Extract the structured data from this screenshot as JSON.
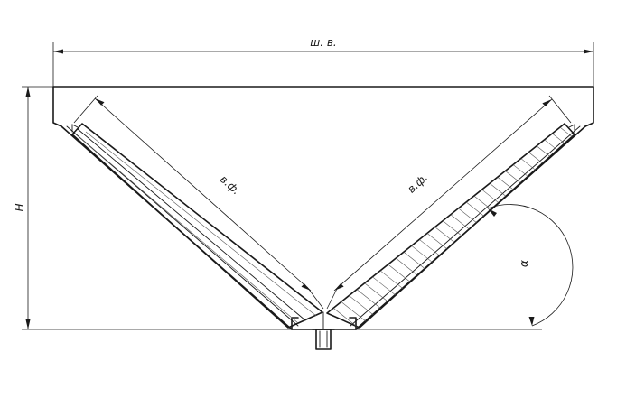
{
  "labels": {
    "overall_width": "ш. в.",
    "height": "H",
    "filter_left": "в.ф.",
    "filter_right": "в.ф.",
    "angle": "α"
  }
}
